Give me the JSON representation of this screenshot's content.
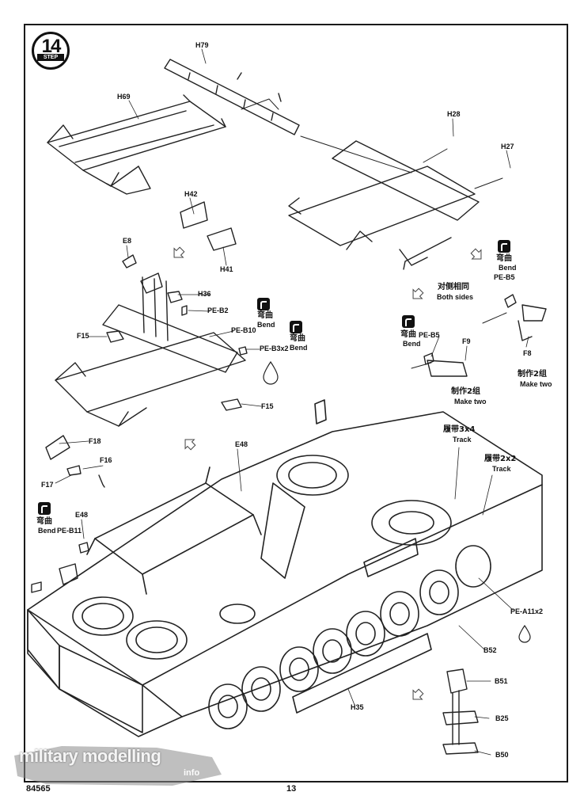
{
  "step": {
    "number": "14",
    "label": "STEP"
  },
  "parts": {
    "H79": "H79",
    "H69": "H69",
    "H28": "H28",
    "H27": "H27",
    "H42": "H42",
    "H41": "H41",
    "E8_top": "E8",
    "H36": "H36",
    "PE_B2": "PE-B2",
    "PE_B10": "PE-B10",
    "PE_B3x2": "PE-B3x2",
    "F15_left": "F15",
    "F15_right": "F15",
    "PE_B5_right": "PE-B5",
    "PE_B5_mid": "PE-B5",
    "F9": "F9",
    "F8": "F8",
    "F18": "F18",
    "F16": "F16",
    "F17": "F17",
    "E48_left": "E48",
    "E48_mid": "E48",
    "PE_B11": "PE-B11",
    "PE_A11x2": "PE-A11x2",
    "B52": "B52",
    "H35": "H35",
    "B51": "B51",
    "B25": "B25",
    "B50": "B50"
  },
  "notes": {
    "bend_cn": "弯曲",
    "bend_en": "Bend",
    "both_sides_cn": "对侧相同",
    "both_sides_en": "Both sides",
    "make_two_cn": "制作2组",
    "make_two_en": "Make two",
    "track_3x4_cn": "履带3x4",
    "track_2x2_cn": "履带2x2",
    "track_en": "Track"
  },
  "footer": {
    "kit_number": "84565",
    "page_number": "13"
  },
  "watermark": {
    "text": "military modelling",
    "sub": "info"
  }
}
